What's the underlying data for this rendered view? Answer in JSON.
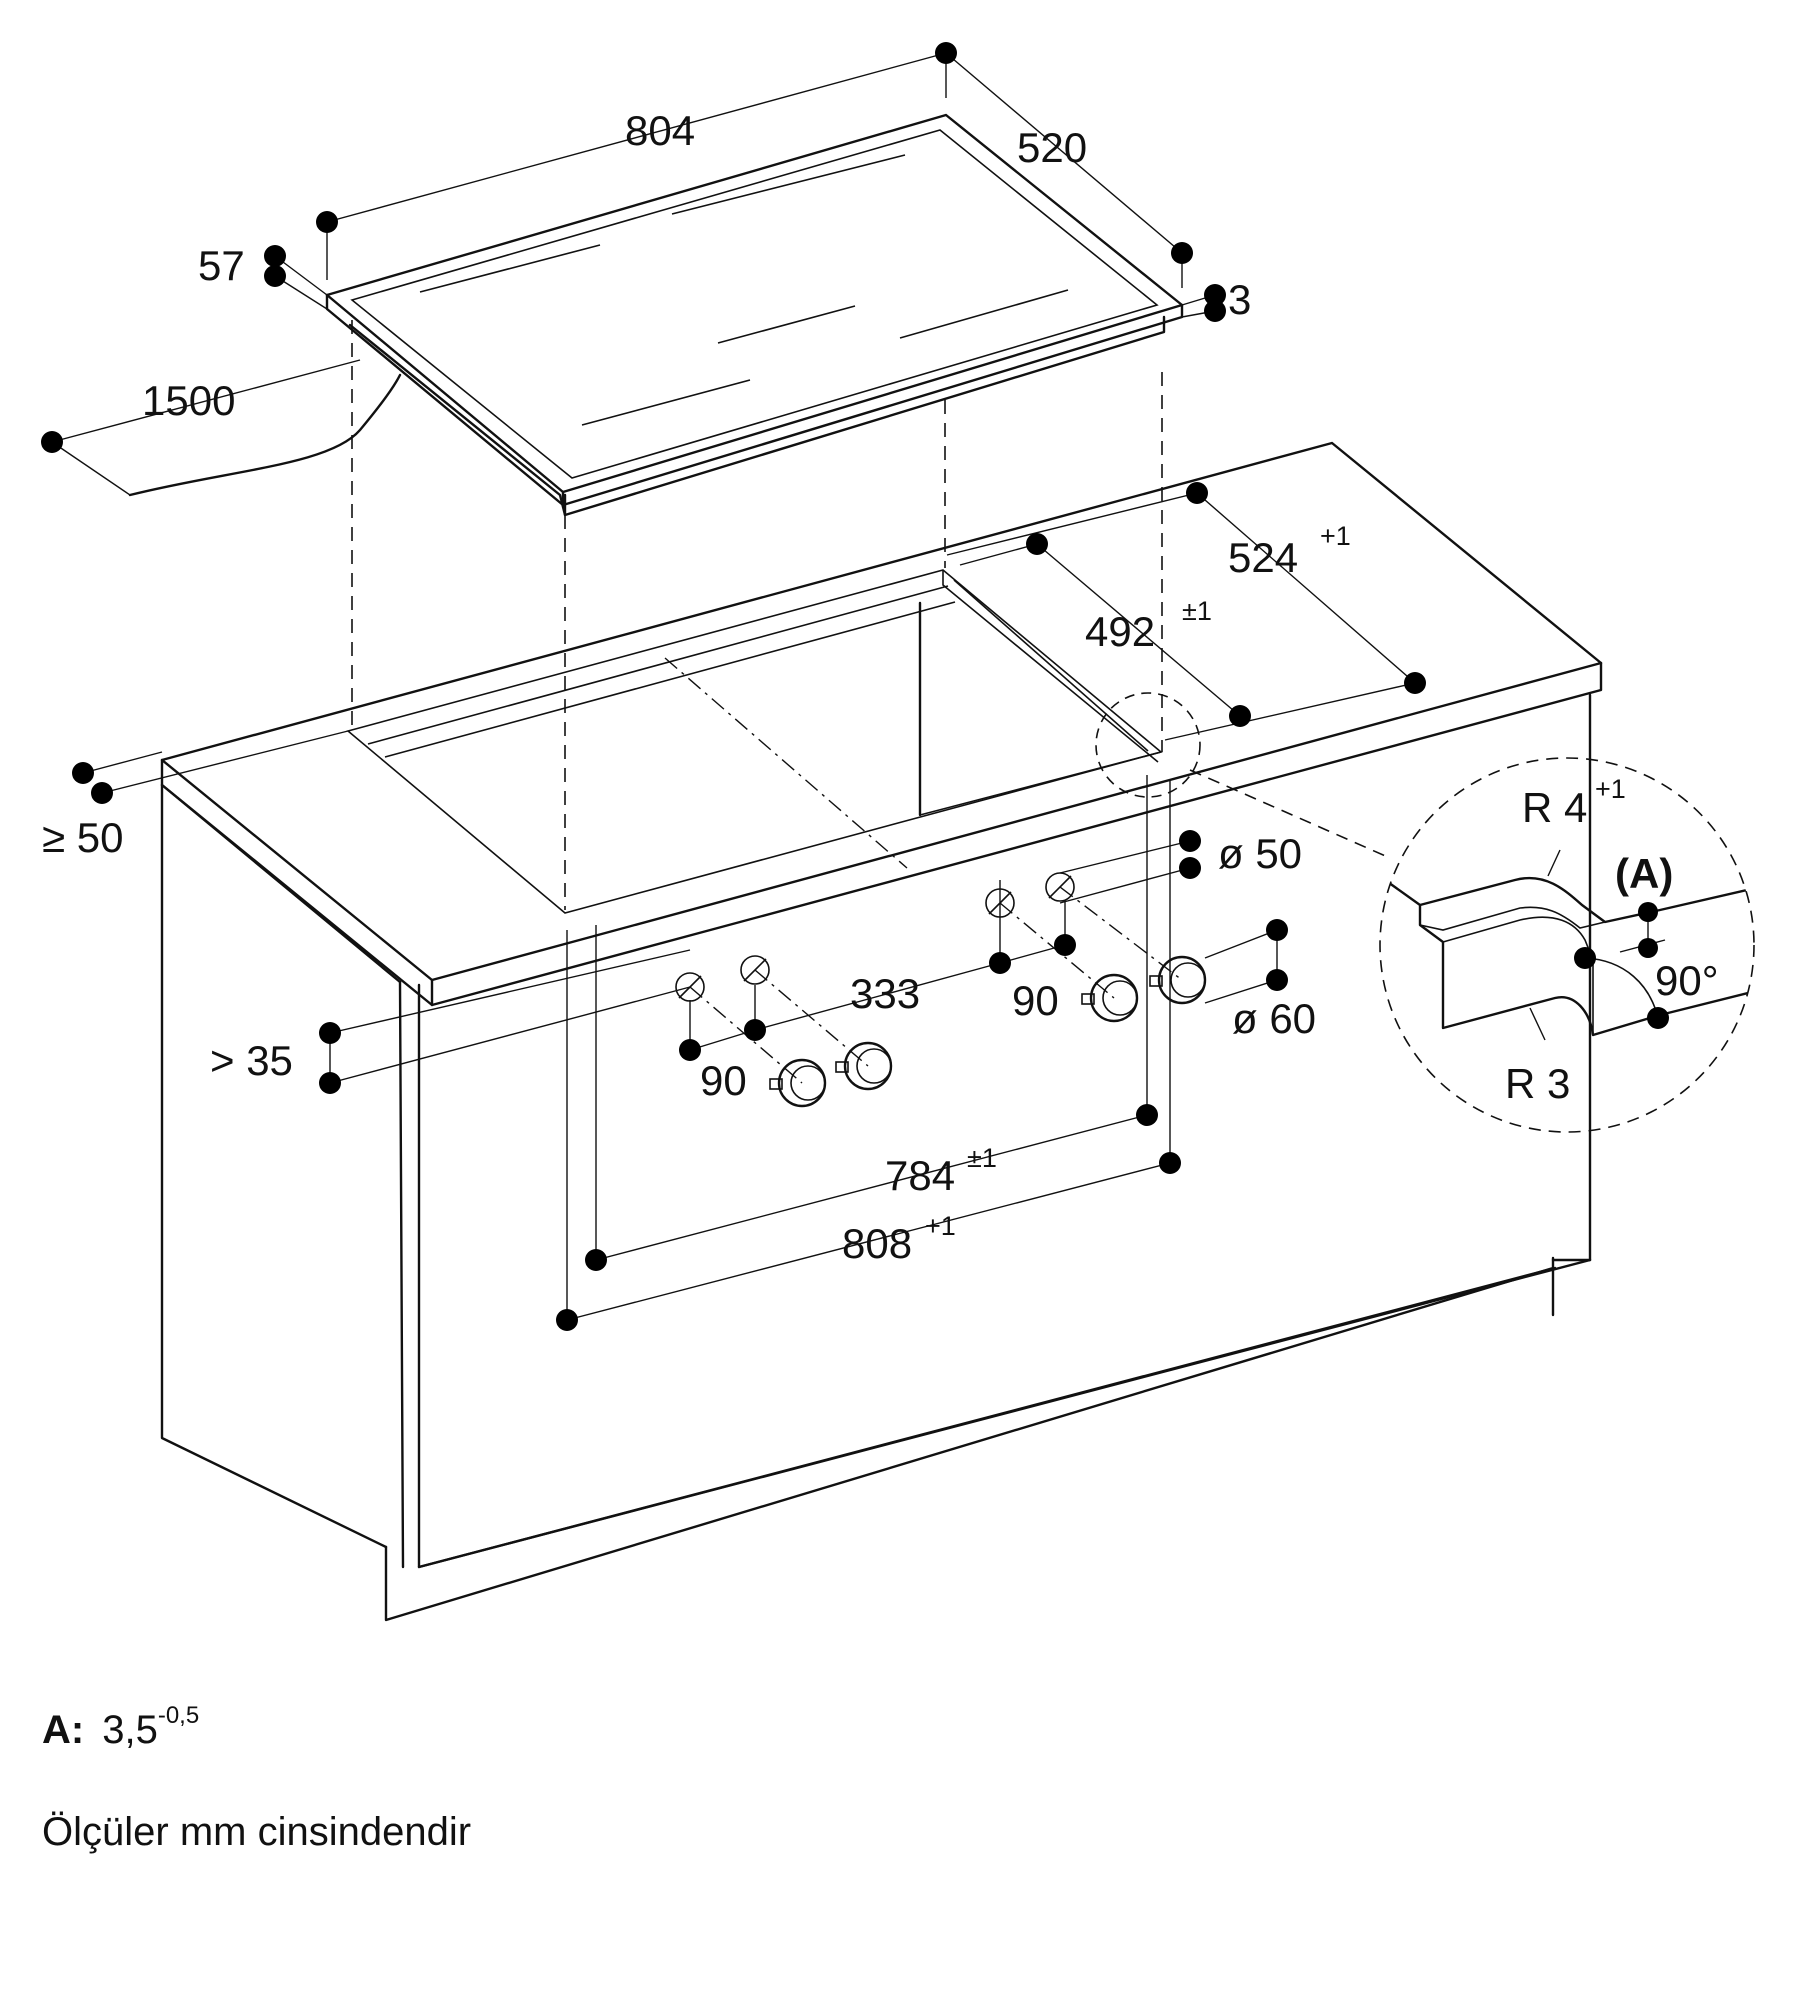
{
  "dimensions": {
    "width": "804",
    "depth": "520",
    "height": "57",
    "frame": "3",
    "cable": "1500",
    "cutout_depth_outer": "524",
    "cutout_depth_outer_tol": "+1",
    "cutout_depth_inner": "492",
    "cutout_depth_inner_tol": "±1",
    "front_edge_min": "≥ 50",
    "wall_min": "> 35",
    "knob_hole_dia": "ø 50",
    "knob_clearance_dia": "ø 60",
    "knob_spacing": "333",
    "knob_offset_left": "90",
    "knob_offset_right": "90",
    "cutout_width_inner": "784",
    "cutout_width_inner_tol": "±1",
    "cutout_width_outer": "808",
    "cutout_width_outer_tol": "+1"
  },
  "detail": {
    "radius_top": "R 4",
    "radius_top_tol": "+1",
    "label": "(A)",
    "angle": "90°",
    "radius_bottom": "R 3"
  },
  "notes": {
    "a_key": "A:",
    "a_value": "3,5",
    "a_tol": "-0,5",
    "units": "Ölçüler mm cinsindendir"
  }
}
